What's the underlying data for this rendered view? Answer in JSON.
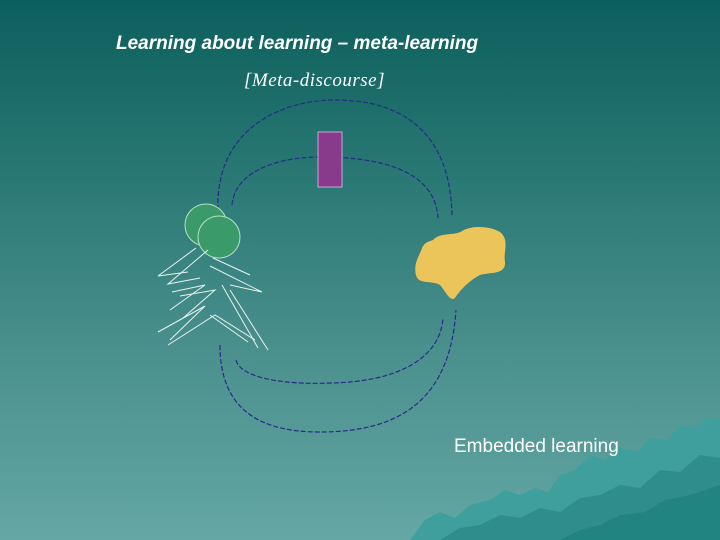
{
  "slide": {
    "title": "Learning about learning – meta-learning",
    "subtitle": "[Meta-discourse]",
    "embedded_label": "Embedded learning"
  },
  "colors": {
    "background_top": "#0b5f5c",
    "background_bottom": "#64a7a4",
    "dashed_line": "#2a2a8a",
    "rectangle": "#8a3a8a",
    "blob": "#ecc55a",
    "circles": "#3a9a6a",
    "sketch_lines": "#e8f3f1"
  }
}
